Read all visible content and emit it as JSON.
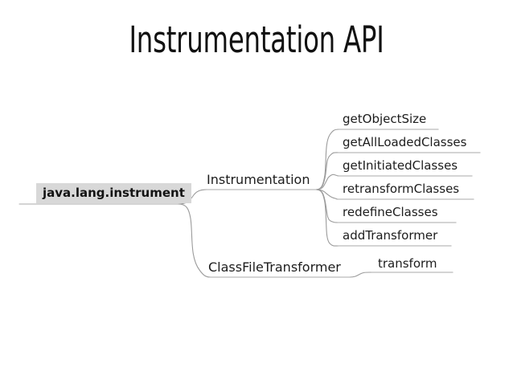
{
  "slide": {
    "title": "Instrumentation API",
    "background_color": "#ffffff"
  },
  "mindmap": {
    "root": {
      "label": "java.lang.instrument",
      "background_color": "#d8d8d8",
      "text_color": "#131313"
    },
    "branches": [
      {
        "label": "Instrumentation",
        "children": [
          {
            "label": "getObjectSize"
          },
          {
            "label": "getAllLoadedClasses"
          },
          {
            "label": "getInitiatedClasses"
          },
          {
            "label": "retransformClasses"
          },
          {
            "label": "redefineClasses"
          },
          {
            "label": "addTransformer"
          }
        ]
      },
      {
        "label": "ClassFileTransformer",
        "children": [
          {
            "label": "transform"
          }
        ]
      }
    ],
    "connector_color": "#9b9b9b",
    "underline_color": "#a8a8a8"
  }
}
